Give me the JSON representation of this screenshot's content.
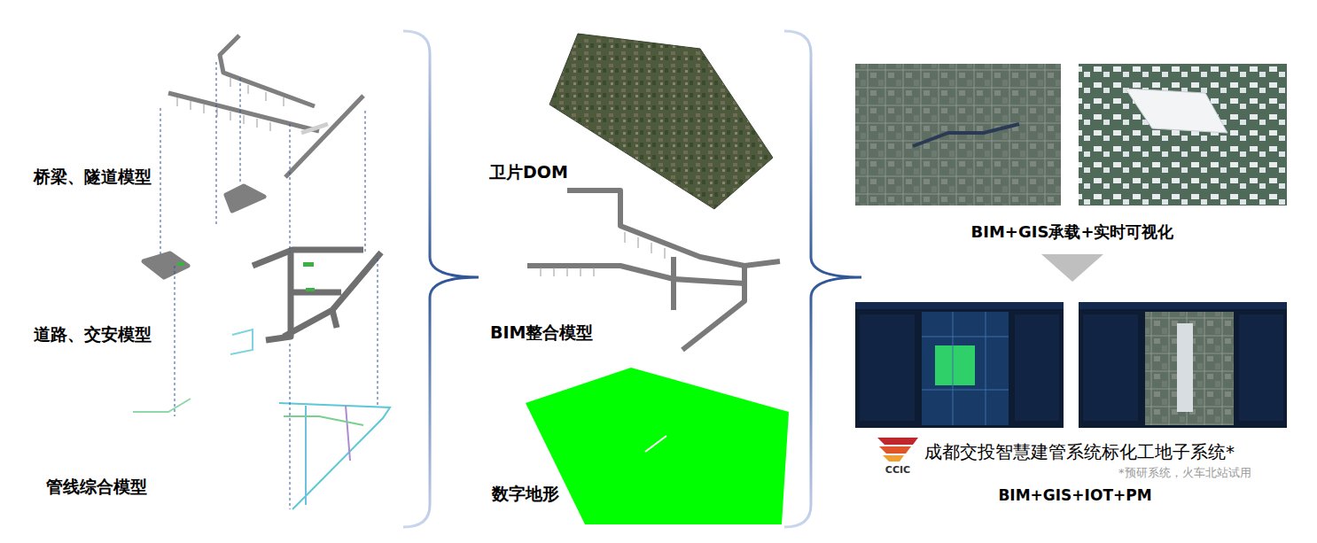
{
  "diagram": {
    "labels": [
      "桥梁、隧道模型",
      "道路、交安模型",
      "管线综合模型",
      "卫片DOM",
      "BIM整合模型",
      "数字地形",
      "BIM+GIS承载+实时可视化",
      "CCIC",
      "成都交投智慧建管系统标化工地子系统*",
      "*预研系统，火车北站试用",
      "BIM+GIS+IOT+PM"
    ]
  }
}
